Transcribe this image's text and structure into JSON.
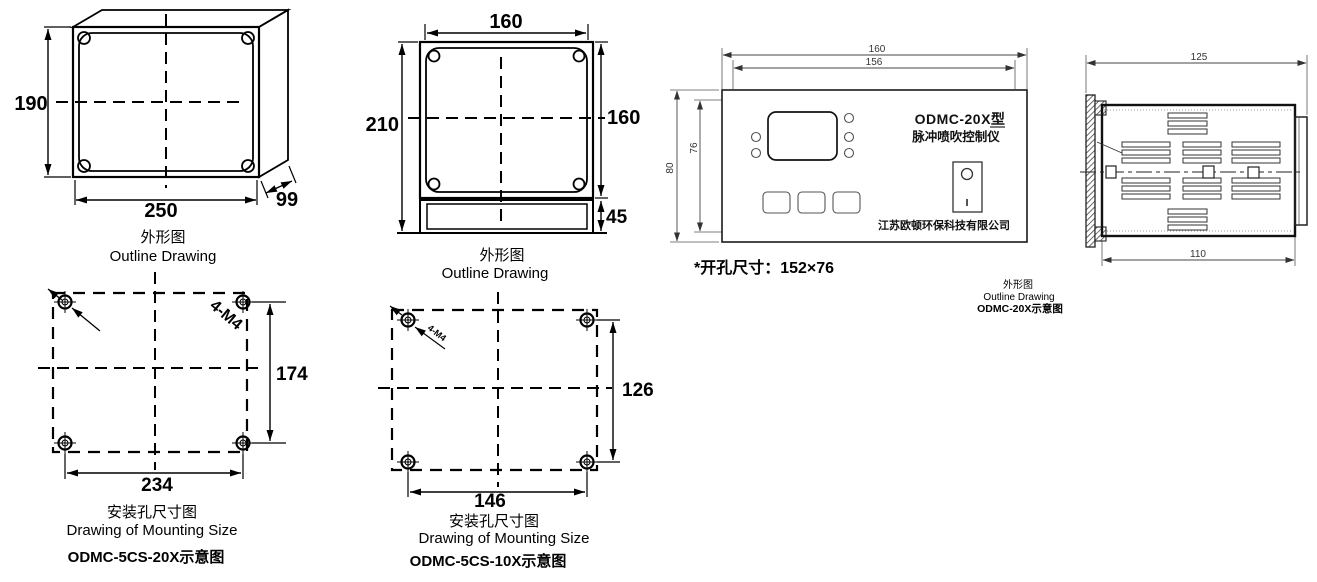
{
  "colors": {
    "ink": "#000000",
    "thin_line": "#3a3a3a",
    "dim_text": "#333333"
  },
  "col1_outline": {
    "title_cn": "外形图",
    "title_en": "Outline Drawing",
    "dim_height": "190",
    "dim_width": "250",
    "dim_depth": "99"
  },
  "col1_mount": {
    "title_cn": "安装孔尺寸图",
    "title_en": "Drawing of Mounting Size",
    "caption": "ODMC-5CS-20X示意图",
    "dim_height": "174",
    "dim_width": "234",
    "thread_label": "4-M4"
  },
  "col2_outline": {
    "title_cn": "外形图",
    "title_en": "Outline Drawing",
    "dim_width_top": "160",
    "dim_height_total": "210",
    "dim_height_body": "160",
    "dim_height_base": "45"
  },
  "col2_mount": {
    "title_cn": "安装孔尺寸图",
    "title_en": "Drawing of Mounting Size",
    "caption": "ODMC-5CS-10X示意图",
    "dim_height": "126",
    "dim_width": "146",
    "thread_label": "4-M4"
  },
  "panel": {
    "dim_width_outer": "160",
    "dim_width_inner": "156",
    "dim_height_outer": "80",
    "dim_height_inner": "76",
    "model": "ODMC-20X型",
    "product": "脉冲喷吹控制仪",
    "company": "江苏欧顿环保科技有限公司",
    "switch_on": "I",
    "cutout_note": "*开孔尺寸：152×76",
    "title_cn": "外形图",
    "title_en": "Outline Drawing",
    "caption": "ODMC-20X示意图"
  },
  "side_view": {
    "dim_width_outer": "125",
    "dim_width_body": "110"
  }
}
